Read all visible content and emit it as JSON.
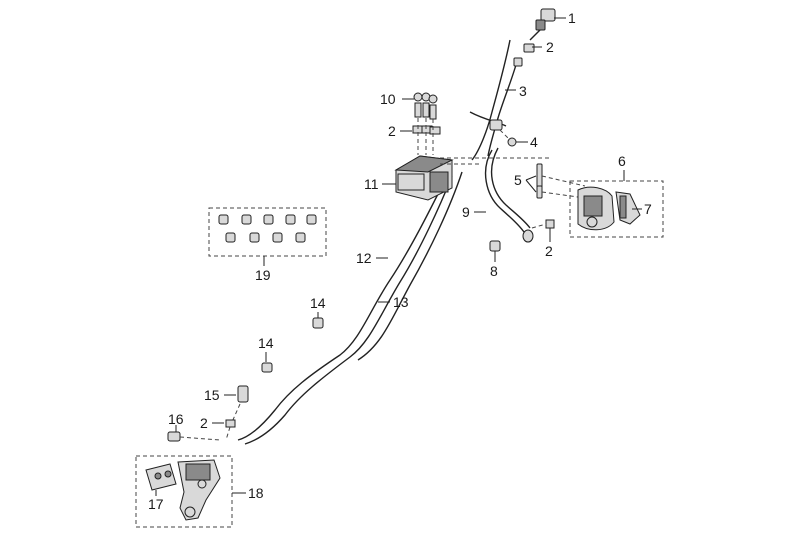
{
  "callouts": {
    "c1": "1",
    "c2a": "2",
    "c3": "3",
    "c2b": "2",
    "c4": "4",
    "c10": "10",
    "c11": "11",
    "c5": "5",
    "c6": "6",
    "c7": "7",
    "c9": "9",
    "c2c": "2",
    "c8": "8",
    "c19": "19",
    "c12": "12",
    "c13": "13",
    "c14a": "14",
    "c14b": "14",
    "c15": "15",
    "c16": "16",
    "c2d": "2",
    "c17": "17",
    "c18": "18"
  }
}
